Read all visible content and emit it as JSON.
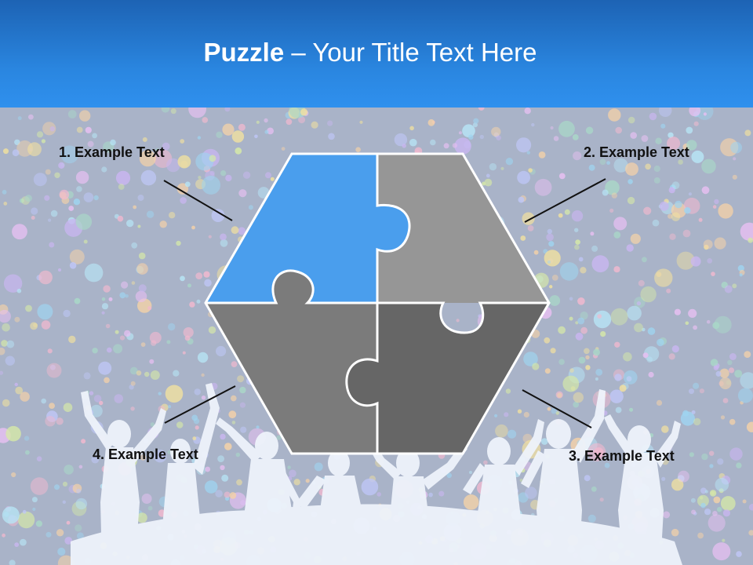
{
  "slide": {
    "title_bold": "Puzzle",
    "title_rest": " – Your Title Text Here"
  },
  "labels": {
    "item1": "1. Example Text",
    "item2": "2. Example Text",
    "item3": "3. Example Text",
    "item4": "4. Example Text"
  },
  "colors": {
    "header_top": "#1d63b4",
    "header_bottom": "#2f90ee",
    "piece_blue": "#4a9eed",
    "piece_light_gray": "#969696",
    "piece_mid_gray": "#7b7b7b",
    "piece_dark_gray": "#666666",
    "background": "#a9b3c8"
  }
}
